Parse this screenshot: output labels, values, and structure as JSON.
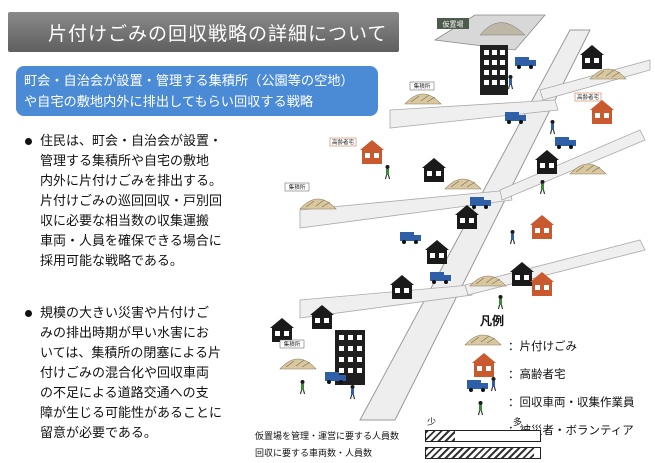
{
  "title": "片付けごみの回収戦略の詳細について",
  "strategy_box": {
    "line1": "町会・自治会が設置・管理する集積所（公園等の空地）",
    "line2": "や自宅の敷地内外に排出してもらい回収する戦略"
  },
  "bullets": [
    {
      "text": "住民は、町会・自治会が設置・\n管理する集積所や自宅の敷地\n内外に片付けごみを排出する。\n片付けごみの巡回回収・戸別回\n収に必要な相当数の収集運搬\n車両・人員を確保できる場合に\n採用可能な戦略である。"
    },
    {
      "text": "規模の大きい災害や片付けご\nみの排出時期が早い水害にお\nいては、集積所の閉塞による片\n付けごみの混合化や回収車両\nの不足による道路交通への支\n障が生じる可能性があることに\n留意が必要である。"
    }
  ],
  "illustration": {
    "temp_site_label": "仮置場",
    "collection_point_label": "集積所",
    "elderly_home_label": "高齢者宅"
  },
  "legend": {
    "title": "凡例",
    "items": [
      {
        "label": "：片付けごみ",
        "icon": "debris-pile-icon"
      },
      {
        "label": "：高齢者宅",
        "icon": "elderly-house-icon"
      },
      {
        "label": "：回収車両・収集作業員",
        "icon": "truck-worker-icon"
      },
      {
        "label": "：被災者・ボランティア",
        "icon": "person-icon"
      }
    ]
  },
  "scale": {
    "min_label": "少",
    "max_label": "多",
    "rows": [
      {
        "label": "仮置場を管理・運営に要する人員数",
        "level": 0.25
      },
      {
        "label": "回収に要する車両数・人員数",
        "level": 0.95
      }
    ]
  },
  "colors": {
    "title_bar": "#6f6f6f",
    "strategy_box": "#4b8bd6",
    "elderly_house_roof": "#c9592e",
    "truck": "#2f5fa7",
    "debris": "#d9c7a0"
  }
}
